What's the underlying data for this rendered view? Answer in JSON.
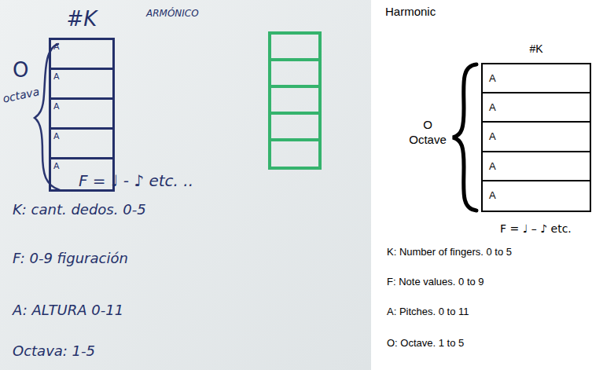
{
  "diagram": {
    "nodes": [
      {
        "text": [
          "#K"
        ]
      },
      {
        "text": [
          "A"
        ],
        "in": 0
      },
      {
        "text": [
          "A"
        ],
        "in": 0
      },
      {
        "text": [
          "A"
        ],
        "in": 0
      },
      {
        "text": [
          "A"
        ],
        "in": 0
      },
      {
        "text": [
          "A"
        ],
        "in": 0
      },
      {
        "text": [
          "#K"
        ]
      },
      {
        "text": [
          "A"
        ],
        "in": 6
      },
      {
        "text": [
          "A"
        ],
        "in": 6
      },
      {
        "text": [
          "A"
        ],
        "in": 6
      },
      {
        "text": [
          "A"
        ],
        "in": 6
      },
      {
        "text": [
          "A"
        ],
        "in": 6
      }
    ],
    "labels": [
      "ARMÓNICO",
      "O",
      "octava",
      "F = ♩ - ♪ etc. ..",
      "K: cant. dedos. 0-5",
      "F: 0-9 figuración",
      "A: ALTURA 0-11",
      "Octava: 1-5",
      "Harmonic",
      "O",
      "Octave",
      "F = ♩ – ♪ etc.",
      "K: Number of fingers. 0 to 5",
      "F: Note values. 0 to 9",
      "A: Pitches. 0 to 11",
      "O: Octave. 1 to 5"
    ]
  }
}
